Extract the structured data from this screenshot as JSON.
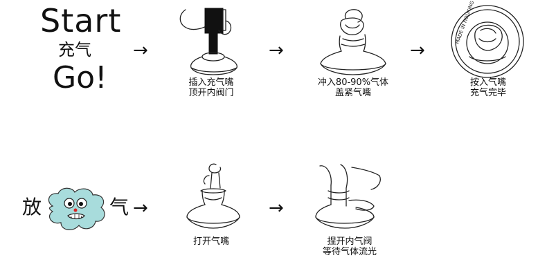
{
  "header": {
    "start": "Start",
    "charge": "充气",
    "go": "Go!"
  },
  "arrow": "→",
  "steps_top": [
    {
      "line1": "插入充气嘴",
      "line2": "顶开内阀门"
    },
    {
      "line1": "冲入80-90%气体",
      "line2": "盖紧气嘴"
    },
    {
      "line1": "按入气嘴",
      "line2": "充气完毕"
    }
  ],
  "deflate": {
    "left": "放",
    "right": "气",
    "cloud_color": "#a8dcdc"
  },
  "steps_bottom": [
    {
      "line1": "打开气嘴",
      "line2": ""
    },
    {
      "line1": "捏开内气阀",
      "line2": "等待气体流光"
    }
  ],
  "stamp_text": "MADE IN HOUKING"
}
